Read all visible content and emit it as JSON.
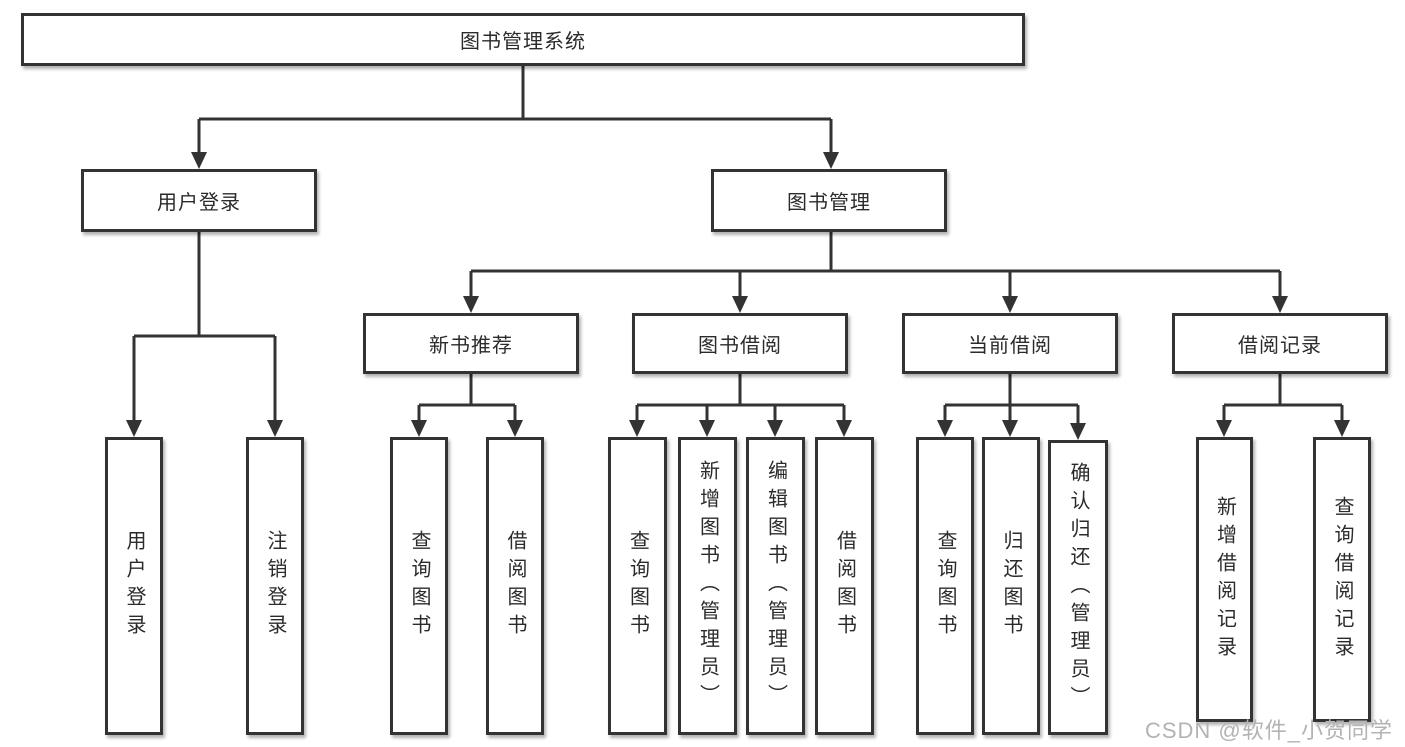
{
  "diagram": {
    "root": {
      "label": "图书管理系统"
    },
    "branches": [
      {
        "label": "用户登录",
        "children": [
          {
            "label": "用户登录"
          },
          {
            "label": "注销登录"
          }
        ]
      },
      {
        "label": "图书管理",
        "children": [
          {
            "label": "新书推荐",
            "children": [
              {
                "label": "查询图书"
              },
              {
                "label": "借阅图书"
              }
            ]
          },
          {
            "label": "图书借阅",
            "children": [
              {
                "label": "查询图书"
              },
              {
                "label": "新增图书（管理员）"
              },
              {
                "label": "编辑图书（管理员）"
              },
              {
                "label": "借阅图书"
              }
            ]
          },
          {
            "label": "当前借阅",
            "children": [
              {
                "label": "查询图书"
              },
              {
                "label": "归还图书"
              },
              {
                "label": "确认归还（管理员）"
              }
            ]
          },
          {
            "label": "借阅记录",
            "children": [
              {
                "label": "新增借阅记录"
              },
              {
                "label": "查询借阅记录"
              }
            ]
          }
        ]
      }
    ],
    "line_color": "#333333",
    "box_border_color": "#333333",
    "text_color": "#2b2b2b",
    "background_color": "#ffffff"
  },
  "watermark": {
    "text": "CSDN @软件_小贺同学",
    "color": "#b3b3b3"
  }
}
